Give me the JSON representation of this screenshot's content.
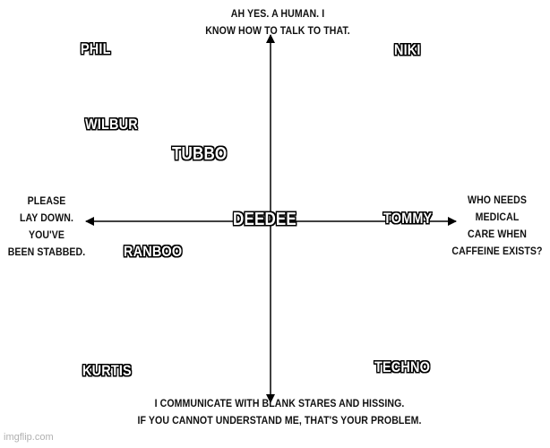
{
  "axes": {
    "top_label_line1": "AH YES. A HUMAN. I",
    "top_label_line2": "KNOW HOW TO TALK TO THAT.",
    "bottom_label_line1": "I COMMUNICATE WITH BLANK STARES AND HISSING.",
    "bottom_label_line2": "IF YOU CANNOT UNDERSTAND ME, THAT'S YOUR PROBLEM.",
    "left_label_lines": [
      "PLEASE",
      "LAY DOWN.",
      "YOU'VE",
      "BEEN STABBED."
    ],
    "right_label_lines": [
      "WHO NEEDS",
      "MEDICAL",
      "CARE WHEN",
      "CAFFEINE EXISTS?"
    ]
  },
  "names": {
    "phil": "PHIL",
    "niki": "NIKI",
    "wilbur": "WILBUR",
    "tubbo": "TUBBO",
    "deedee": "DEEDEE",
    "tommy": "TOMMY",
    "ranboo": "RANBOO",
    "kurtis": "KURTIS",
    "techno": "TECHNO"
  },
  "watermark": "imgflip.com"
}
